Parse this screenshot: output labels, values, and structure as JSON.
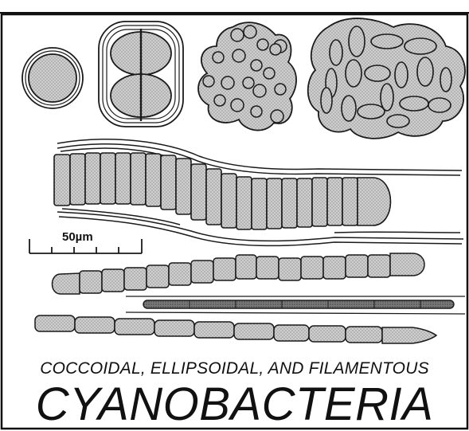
{
  "diagram": {
    "scale_bar_label": "50µm",
    "subtitle": "COCCOIDAL, ELLIPSOIDAL, AND FILAMENTOUS",
    "title": "CYANOBACTERIA"
  },
  "colors": {
    "background": "#ffffff",
    "frame": "#111111",
    "cell_fill": "#c6c6c6",
    "dark_filament": "#6e6e6e",
    "line": "#1a1a1a"
  }
}
